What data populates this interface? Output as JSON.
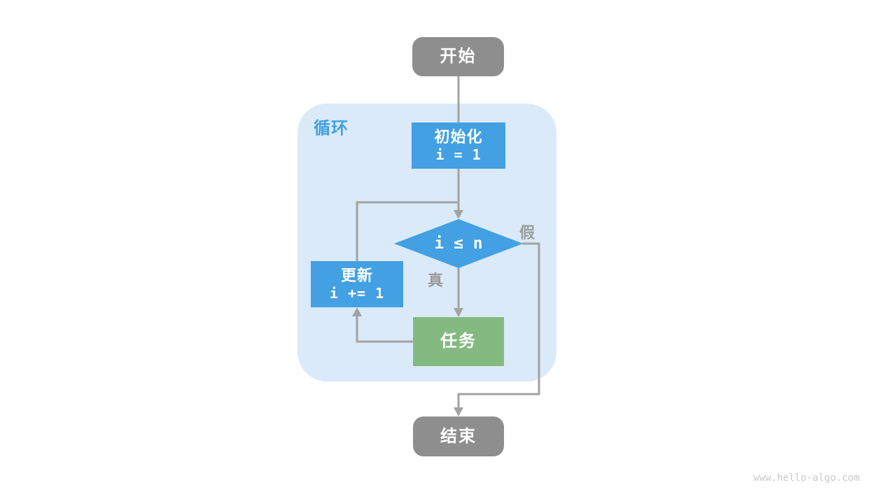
{
  "diagram": {
    "loop_label": "循环",
    "nodes": {
      "start": {
        "label": "开始"
      },
      "init": {
        "line1": "初始化",
        "line2": "i = 1"
      },
      "condition": {
        "label": "i ≤ n"
      },
      "update": {
        "line1": "更新",
        "line2": "i += 1"
      },
      "task": {
        "label": "任务"
      },
      "end": {
        "label": "结束"
      }
    },
    "branches": {
      "true_label": "真",
      "false_label": "假"
    },
    "watermark": "www.hello-algo.com",
    "colors": {
      "blue": "#42A0E3",
      "green": "#84BA80",
      "gray": "#8E8E8E",
      "line": "#A3A3A3",
      "label_gray": "#9C9C9C",
      "loop_bg": "#DAEAF8",
      "watermark": "#C9C9C9"
    }
  }
}
